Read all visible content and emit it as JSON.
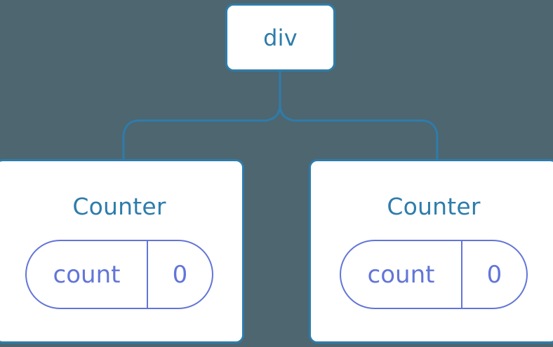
{
  "theme": {
    "background": "#4d6670",
    "node_fill": "#ffffff",
    "node_stroke": "#2e7cab",
    "node_text": "#2e7cab",
    "state_stroke": "#6275d8",
    "state_text": "#6275d8"
  },
  "tree": {
    "root": {
      "label": "div"
    },
    "children": [
      {
        "label": "Counter",
        "state": {
          "key": "count",
          "value": "0"
        }
      },
      {
        "label": "Counter",
        "state": {
          "key": "count",
          "value": "0"
        }
      }
    ]
  }
}
